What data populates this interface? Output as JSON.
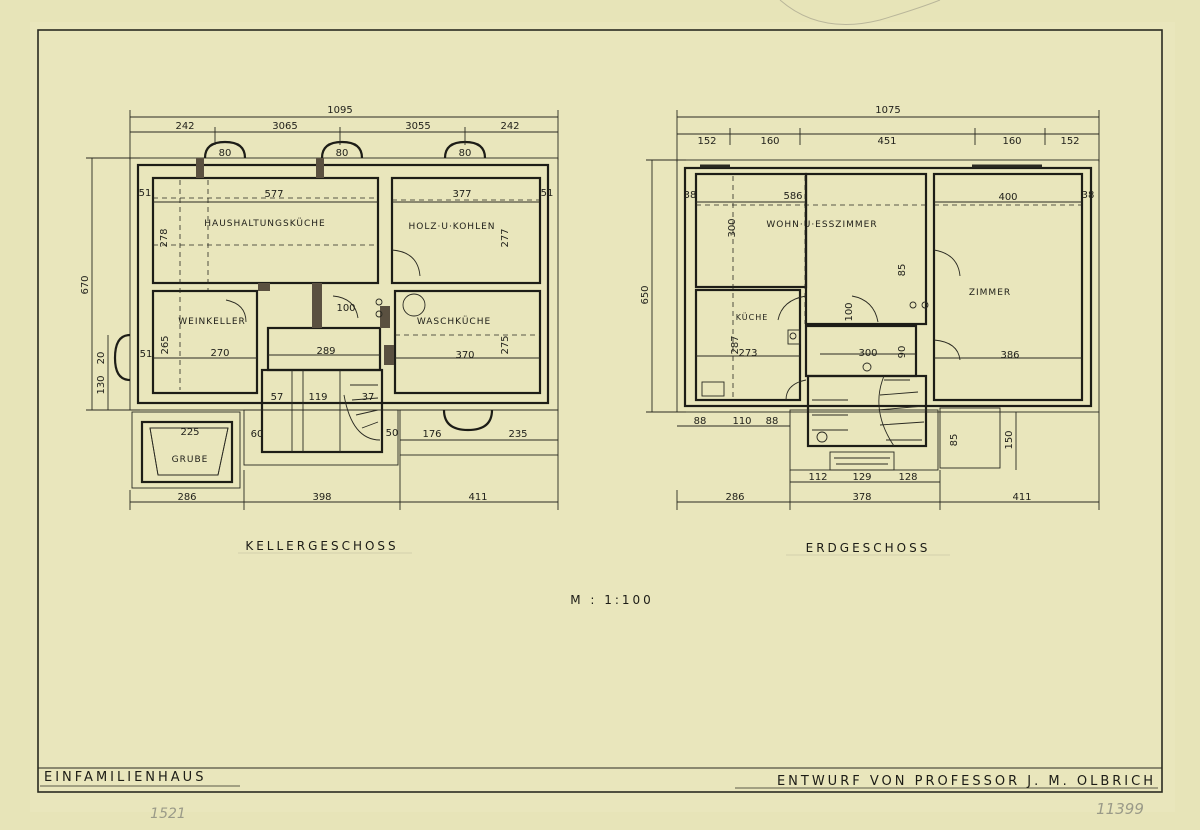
{
  "sheet": {
    "footer_left": "EINFAMILIENHAUS",
    "footer_right": "ENTWURF VON PROFESSOR J. M. OLBRICH",
    "scale": "M : 1:100",
    "pencil_left": "1521",
    "pencil_right": "11399"
  },
  "keller": {
    "title": "KELLERGESCHOSS",
    "rooms": {
      "haushalt": "HAUSHALTUNGSKÜCHE",
      "holz": "HOLZ·U·KOHLEN",
      "weinkeller": "WEINKELLER",
      "waschkueche": "WASCHKÜCHE",
      "grube": "GRUBE"
    },
    "dims": {
      "overall_width": "1095",
      "top_a": "242",
      "top_b": "3065",
      "top_c": "3055",
      "top_d": "242",
      "height": "670",
      "haushalt_w": "577",
      "holz_w": "377",
      "wein_w": "270",
      "wasch_w": "370",
      "corr_w": "289",
      "bottom_a": "286",
      "bottom_b": "398",
      "bottom_c": "411",
      "mid_a": "176",
      "mid_b": "235",
      "win": "80",
      "side": "51",
      "haushalt_h": "278",
      "holz_h": "277",
      "wein_h": "265",
      "wasch_h": "275",
      "grube_w": "225",
      "stair": "119",
      "step": "100",
      "gap_a": "130",
      "gap_b": "20",
      "w_a": "57",
      "w_b": "37",
      "w_c": "60",
      "w_d": "50"
    }
  },
  "erd": {
    "title": "ERDGESCHOSS",
    "rooms": {
      "wohn": "WOHN·U·ESSZIMMER",
      "zimmer": "ZIMMER",
      "kueche": "KÜCHE"
    },
    "dims": {
      "overall_width": "1075",
      "top_a": "152",
      "top_b": "160",
      "top_c": "451",
      "top_d": "160",
      "top_e": "152",
      "height": "650",
      "wohn_w": "586",
      "zimmer_w": "400",
      "kueche_w": "273",
      "hall_w": "300",
      "zimmer_w2": "386",
      "wohn_h": "300",
      "kueche_h": "287",
      "bottom_a": "286",
      "bottom_b": "378",
      "bottom_c": "411",
      "low_a": "88",
      "low_b": "110",
      "low_c": "88",
      "low_d": "112",
      "low_e": "129",
      "low_f": "128",
      "right_a": "85",
      "right_b": "150",
      "side": "38",
      "door": "85",
      "door_b": "90",
      "step": "100"
    }
  }
}
